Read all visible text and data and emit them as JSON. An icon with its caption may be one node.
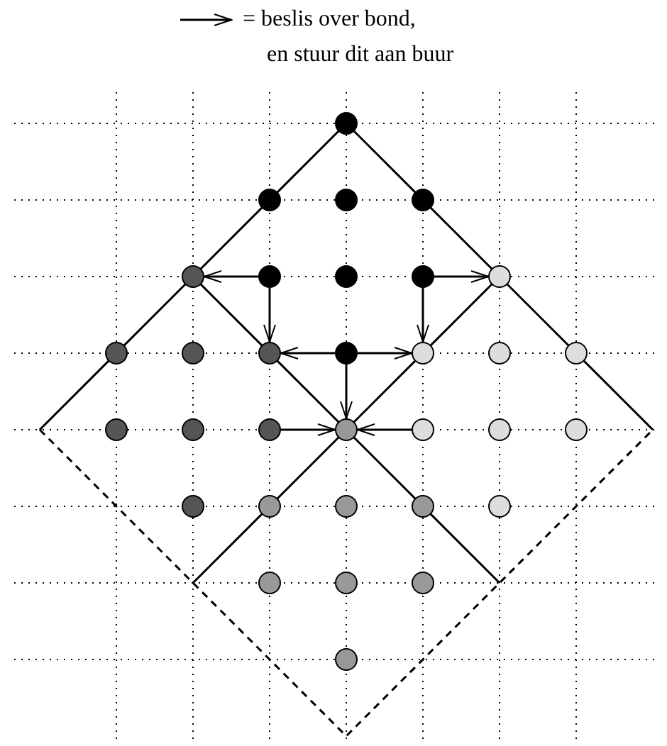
{
  "diagram": {
    "nodes": [
      {
        "text": [],
        "shape": "circle"
      },
      {
        "text": [],
        "shape": "circle"
      },
      {
        "text": [],
        "shape": "circle"
      },
      {
        "text": [],
        "shape": "circle"
      },
      {
        "text": [],
        "shape": "circle"
      },
      {
        "text": [],
        "shape": "circle"
      },
      {
        "text": [],
        "shape": "circle"
      },
      {
        "text": [],
        "shape": "circle"
      },
      {
        "text": [],
        "shape": "circle"
      },
      {
        "text": [],
        "shape": "circle"
      },
      {
        "text": [],
        "shape": "circle"
      },
      {
        "text": [],
        "shape": "circle"
      },
      {
        "text": [],
        "shape": "circle"
      },
      {
        "text": [],
        "shape": "circle"
      },
      {
        "text": [],
        "shape": "circle"
      },
      {
        "text": [],
        "shape": "circle"
      },
      {
        "text": [],
        "shape": "circle"
      },
      {
        "text": [],
        "shape": "circle"
      },
      {
        "text": [],
        "shape": "circle"
      },
      {
        "text": [],
        "shape": "circle"
      },
      {
        "text": [],
        "shape": "circle"
      },
      {
        "text": [],
        "shape": "circle"
      },
      {
        "text": [],
        "shape": "circle"
      },
      {
        "text": [],
        "shape": "circle"
      },
      {
        "text": [],
        "shape": "circle"
      },
      {
        "text": [],
        "shape": "circle"
      },
      {
        "text": [],
        "shape": "circle"
      },
      {
        "text": [],
        "shape": "circle"
      },
      {
        "text": [],
        "shape": "circle"
      },
      {
        "text": [],
        "shape": "circle"
      },
      {
        "text": [],
        "shape": "circle"
      },
      {
        "text": [],
        "shape": "circle"
      }
    ],
    "edges": [
      {
        "from": 5,
        "to": 4,
        "arrow": "to"
      },
      {
        "from": 7,
        "to": 8,
        "arrow": "to"
      },
      {
        "from": 5,
        "to": 11,
        "arrow": "to"
      },
      {
        "from": 7,
        "to": 13,
        "arrow": "to"
      },
      {
        "from": 12,
        "to": 11,
        "arrow": "to"
      },
      {
        "from": 12,
        "to": 13,
        "arrow": "to"
      },
      {
        "from": 12,
        "to": 19,
        "arrow": "to"
      },
      {
        "from": 18,
        "to": 19,
        "arrow": "to"
      },
      {
        "from": 20,
        "to": 19,
        "arrow": "to"
      }
    ],
    "legend": [
      {
        "text": "= beslis over bond, en stuur dit aan buur"
      }
    ]
  }
}
